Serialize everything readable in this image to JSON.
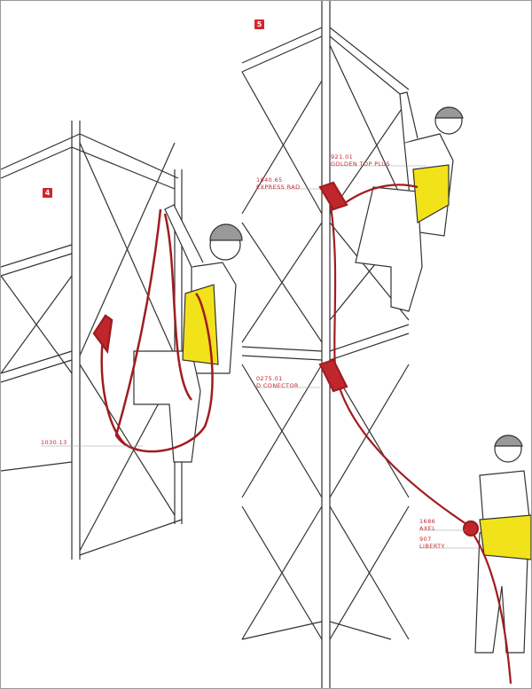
{
  "panels": [
    {
      "number": "4",
      "labels": [
        {
          "code": "1030.13",
          "name": ""
        }
      ]
    },
    {
      "number": "5",
      "labels": [
        {
          "code": "921.01",
          "name": "GOLDEN TOP PLUS"
        },
        {
          "code": "1040.65",
          "name": "EXPRESS RAD"
        },
        {
          "code": "0275.01",
          "name": "D CONECTOR"
        },
        {
          "code": "1686",
          "name": "AXEL"
        },
        {
          "code": "907",
          "name": "LIBERTY"
        }
      ]
    }
  ],
  "colors": {
    "rope": "#a01c1f",
    "harness": "#f2e21a",
    "label": "#c0272d"
  }
}
